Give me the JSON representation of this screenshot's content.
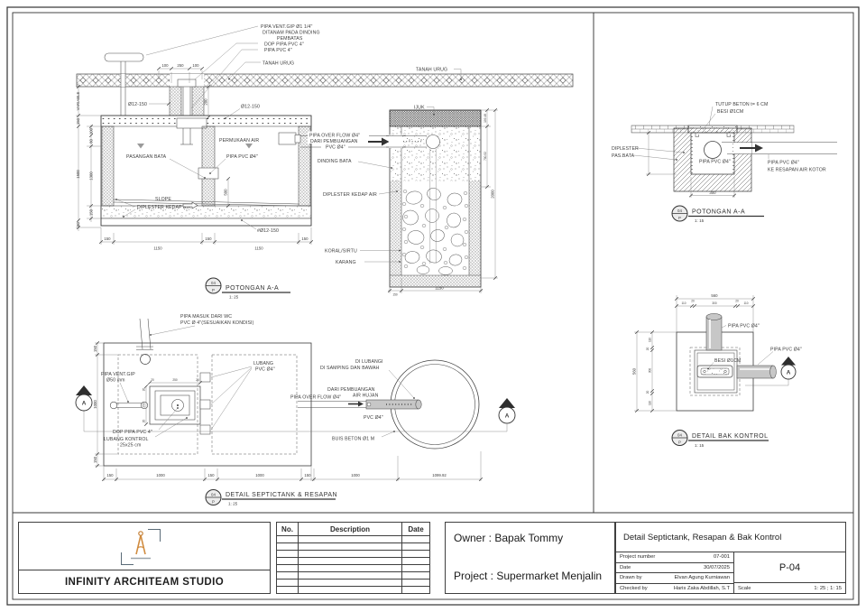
{
  "notes": {
    "vent1": "PIPA VENT.GIP Ø1 1/4\"",
    "vent2": "DITANAM PADA DINDING",
    "vent3": "PEMBATAS",
    "dop": "DOP PIPA PVC 4\"",
    "pvc": "PIPA PVC 4\"",
    "tanah1": "TANAH URUG",
    "tanah2": "TANAH URUG"
  },
  "sec1": {
    "d12a": "Ø12-150",
    "d12b": "Ø12-150",
    "d12c": "#Ø12-150",
    "permukaan": "PERMUKAAN AIR",
    "pasangan": "PASANGAN BATA",
    "pipa4": "PIPA PVC Ø4\"",
    "diplester1": "DIPLESTER KEDAP AIR",
    "slope": "SLOPE",
    "overflow1": "PIPA OVER FLOW Ø4\"",
    "overflow2": "DARI PEMBUANGAN",
    "overflow3": "PVC Ø4\"",
    "dinding": "DINDING BATA",
    "diplester2": "DIPLESTER KEDAP AIR",
    "ijuk": "IJUK",
    "koral": "KORAL/SIRTU",
    "karang": "KARANG",
    "dims": {
      "variable": "VARIABLE",
      "v150": "150",
      "v100": "100",
      "v80a": "80",
      "v1500": "1500",
      "v1300": "1300",
      "v150b": "150",
      "v80b": "80",
      "t100a": "100",
      "t250": "250",
      "t100b": "100",
      "v200": "200",
      "v500": "500",
      "b150a": "150",
      "b1150a": "1150",
      "b150b": "150",
      "b1150b": "1150",
      "b150c": "150",
      "r1": "199.48",
      "r2": "700.52",
      "r3": "2000",
      "rb150": "150",
      "rb1150": "1150"
    },
    "callout": {
      "num": "04",
      "sheet": "P",
      "title": "POTONGAN A-A",
      "scale": "1:  25"
    }
  },
  "sec2": {
    "tutup": "TUTUP BETON t= 6 CM",
    "besi": "BESI Ø1CM",
    "diplester": "DIPLESTER",
    "pasbata": "PAS.BATA",
    "pipa_in": "PIPA PVC Ø4\"",
    "pipa_out": "PIPA PVC Ø4\"",
    "ke_resapan": "KE RESAPAN AIR KOTOR",
    "dim300": "300",
    "callout": {
      "num": "04",
      "sheet": "P",
      "title": "POTONGAN A-A",
      "scale": "1:  15"
    }
  },
  "plan": {
    "masuk1": "PIPA MASUK DARI WC",
    "masuk2": "PVC Ø 4\"(SESUAIKAN KONDISI)",
    "vent1": "PIPA VENT.GIP",
    "vent2": "Ø50 mm",
    "lubang1": "LUBANG",
    "lubang2": "PVC Ø4\"",
    "dop": "DOP PIPA PVC 4\"",
    "kontrol1": "LUBANG KONTROL",
    "kontrol2": "25x25 cm",
    "dilubangi1": "DI LUBANGI",
    "dilubangi2": "DI SAMPING DAN BAWAH",
    "dari1": "DARI PEMBUANGAN",
    "dari2": "AIR HUJAN",
    "overflow": "PIPA OVER FLOW Ø4\"",
    "pvc": "PVC Ø4\"",
    "buis": "BUIS BETON Ø1 M",
    "marker": "A",
    "dims": {
      "l150a": "150",
      "l1000": "1000",
      "l150b": "150",
      "b150a": "150",
      "b1000a": "1000",
      "b150b": "150",
      "b1000b": "1000",
      "b150c": "150",
      "b1000c": "1000",
      "b1099": "1099.92",
      "c20a": "20",
      "c250t": "250",
      "c20b": "20",
      "c20c": "20",
      "c250l": "250",
      "c20d": "20"
    },
    "callout": {
      "num": "04",
      "sheet": "P",
      "title": "DETAIL SEPTICTANK & RESAPAN",
      "scale": "1:  25"
    }
  },
  "bakplan": {
    "pipa_top": "PIPA PVC Ø4\"",
    "pipa_right": "PIPA PVC Ø4\"",
    "besi": "BESI Ø1CM",
    "marker": "A",
    "dims": {
      "t560": "560",
      "t110a": "110",
      "t20a": "20",
      "t300": "300",
      "t20b": "20",
      "t110b": "110",
      "l560": "560",
      "l110a": "110",
      "l20a": "20",
      "l300": "300",
      "l20b": "20",
      "l110b": "110"
    },
    "callout": {
      "num": "04",
      "sheet": "P",
      "title": "DETAIL BAK KONTROL",
      "scale": "1:  15"
    }
  },
  "titleblock": {
    "company": "INFINITY ARCHITEAM STUDIO",
    "rev": {
      "no": "No.",
      "description": "Description",
      "date": "Date"
    },
    "owner": "Owner : Bapak Tommy",
    "project": "Project : Supermarket Menjalin",
    "sheet_title": "Detail Septictank, Resapan & Bak Kontrol",
    "fields": [
      {
        "label": "Project number",
        "value": "07-001"
      },
      {
        "label": "Date",
        "value": "30/07/2025"
      },
      {
        "label": "Drawn by",
        "value": "Elvan Agung Kurniawan"
      },
      {
        "label": "Checked by",
        "value": "Haris Zaka Abdillah, S.T"
      }
    ],
    "sheet_no": "P-04",
    "scale_label": "Scale",
    "scale_value": "1: 25 ; 1: 15"
  }
}
